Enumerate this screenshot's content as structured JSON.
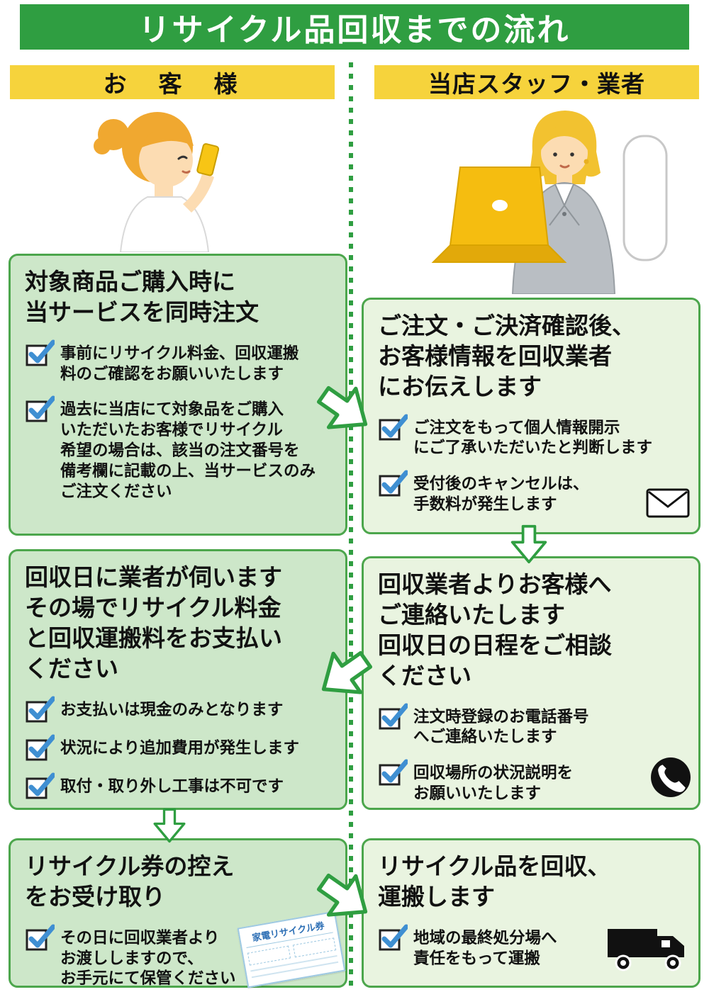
{
  "banner": {
    "title": "リサイクル品回収までの流れ"
  },
  "left": {
    "header": "お　客　様",
    "box1": {
      "title": "対象商品ご購入時に\n当サービスを同時注文",
      "item1": "事前にリサイクル料金、回収運搬\n料のご確認をお願いいたします",
      "item2": "過去に当店にて対象品をご購入\nいただいたお客様でリサイクル\n希望の場合は、該当の注文番号を\n備考欄に記載の上、当サービスのみ\nご注文ください"
    },
    "box2": {
      "title": "回収日に業者が伺います\nその場でリサイクル料金\nと回収運搬料をお支払い\nください",
      "item1": "お支払いは現金のみとなります",
      "item2": "状況により追加費用が発生します",
      "item3": "取付・取り外し工事は不可です"
    },
    "box3": {
      "title": "リサイクル券の控え\nをお受け取り",
      "item1": "その日に回収業者より\nお渡ししますので、\nお手元にて保管ください",
      "ticket_label": "家電リサイクル券"
    }
  },
  "right": {
    "header": "当店スタッフ・業者",
    "box1": {
      "title": "ご注文・ご決済確認後、\nお客様情報を回収業者\nにお伝えします",
      "item1": "ご注文をもって個人情報開示\nにご了承いただいたと判断します",
      "item2": "受付後のキャンセルは、\n手数料が発生します"
    },
    "box2": {
      "title": "回収業者よりお客様へ\nご連絡いたします\n回収日の日程をご相談\nください",
      "item1": "注文時登録のお電話番号\nへご連絡いたします",
      "item2": "回収場所の状況説明を\nお願いいたします"
    },
    "box3": {
      "title": "リサイクル品を回収、\n運搬します",
      "item1": "地域の最終処分場へ\n責任をもって運搬"
    }
  },
  "colors": {
    "banner_green": "#2f9e41",
    "header_yellow": "#f6d33c",
    "left_box_fill": "#cde7c9",
    "right_box_fill": "#e9f4e0",
    "box_border": "#4ca64c",
    "check_blue": "#3f8fd2"
  }
}
